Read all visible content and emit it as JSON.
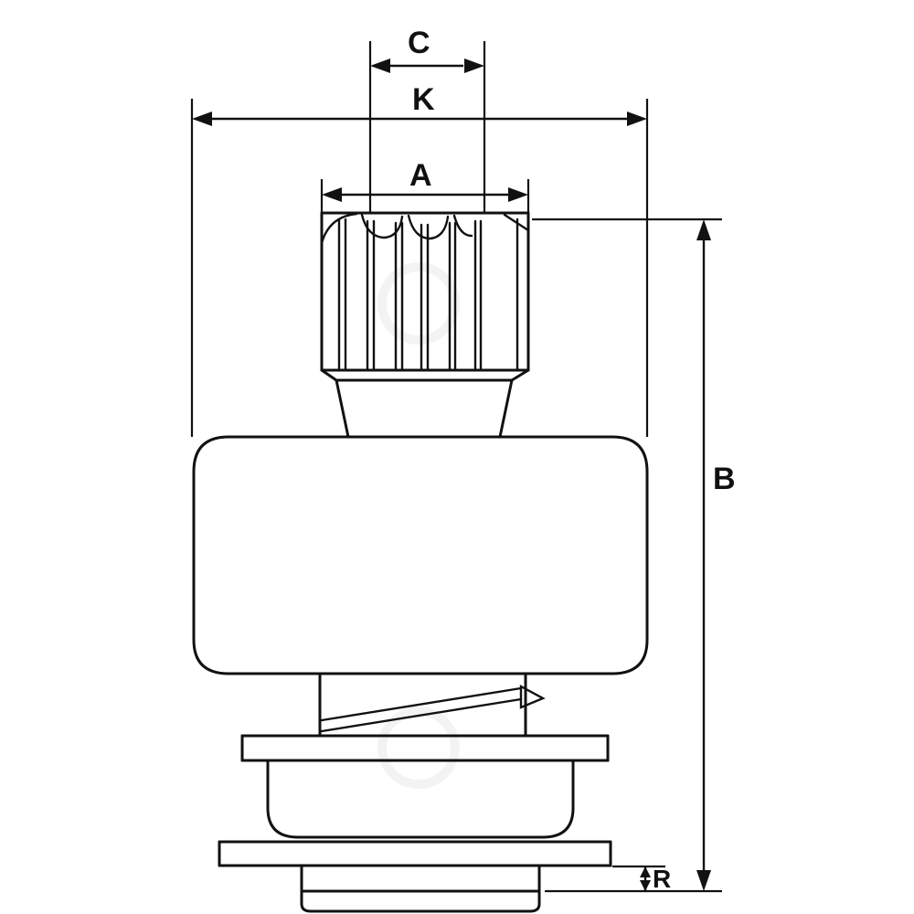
{
  "page": {
    "background": "#ffffff",
    "colors": {
      "background": "#ffffff",
      "line_color": "#111111",
      "watermark_color": "#b5b5b5"
    }
  },
  "diagram": {
    "labels": {
      "c": "C",
      "k": "K",
      "a": "A",
      "b": "B",
      "r": "R"
    }
  }
}
